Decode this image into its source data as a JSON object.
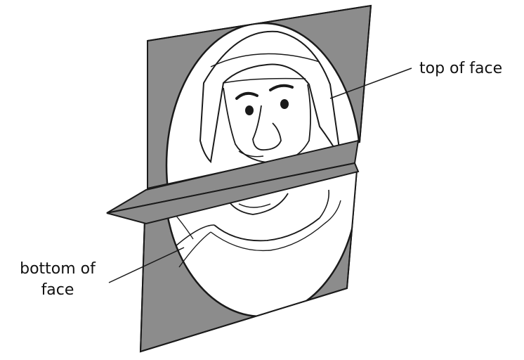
{
  "labels": {
    "top": "top of face",
    "bottom_line1": "bottom of",
    "bottom_line2": "face"
  },
  "colors": {
    "panel_fill": "#8c8c8c",
    "outline": "#1a1a1a",
    "face_fill": "#ffffff"
  }
}
